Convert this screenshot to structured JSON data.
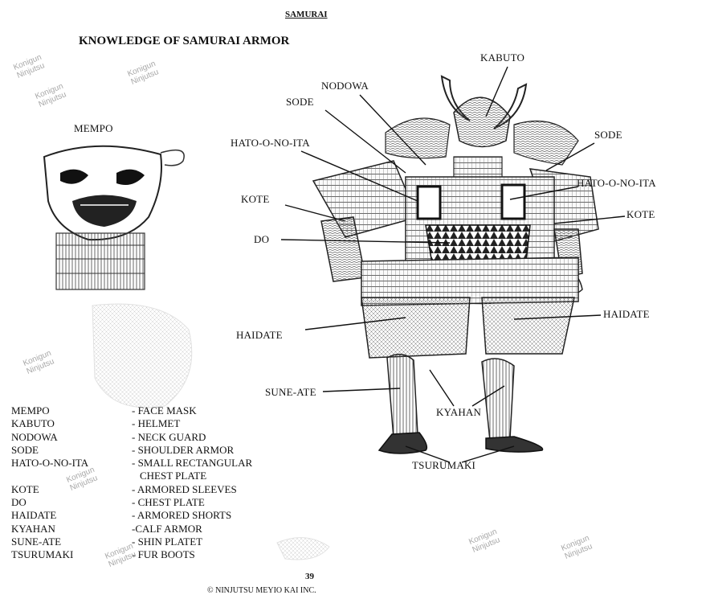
{
  "section_title": "SAMURAI",
  "heading": "KNOWLEDGE OF SAMURAI ARMOR",
  "labels": {
    "mempo": "MEMPO",
    "kabuto": "KABUTO",
    "nodowa": "NODOWA",
    "sode_left": "SODE",
    "sode_right": "SODE",
    "hato_left": "HATO-O-NO-ITA",
    "hato_right": "HATO-O-NO-ITA",
    "kote_left": "KOTE",
    "kote_right": "KOTE",
    "do": "DO",
    "haidate_left": "HAIDATE",
    "haidate_right": "HAIDATE",
    "sune_ate": "SUNE-ATE",
    "kyahan": "KYAHAN",
    "tsurumaki": "TSURUMAKI"
  },
  "glossary": [
    {
      "term": "MEMPO",
      "desc": "- FACE MASK"
    },
    {
      "term": "KABUTO",
      "desc": "- HELMET"
    },
    {
      "term": "NODOWA",
      "desc": "- NECK GUARD"
    },
    {
      "term": "SODE",
      "desc": "- SHOULDER ARMOR"
    },
    {
      "term": "HATO-O-NO-ITA",
      "desc": "- SMALL RECTANGULAR"
    },
    {
      "term": "",
      "desc": "CHEST PLATE"
    },
    {
      "term": "KOTE",
      "desc": "- ARMORED SLEEVES"
    },
    {
      "term": "DO",
      "desc": "- CHEST PLATE"
    },
    {
      "term": "HAIDATE",
      "desc": "- ARMORED SHORTS"
    },
    {
      "term": "KYAHAN",
      "desc": "-CALF ARMOR"
    },
    {
      "term": "SUNE-ATE",
      "desc": "- SHIN PLATET"
    },
    {
      "term": "TSURUMAKI",
      "desc": "-   FUR BOOTS"
    }
  ],
  "watermark": {
    "line1": "Konigun",
    "line2": "Ninjutsu"
  },
  "page_number": "39",
  "copyright": "© NINJUTSU MEYIO KAI INC."
}
